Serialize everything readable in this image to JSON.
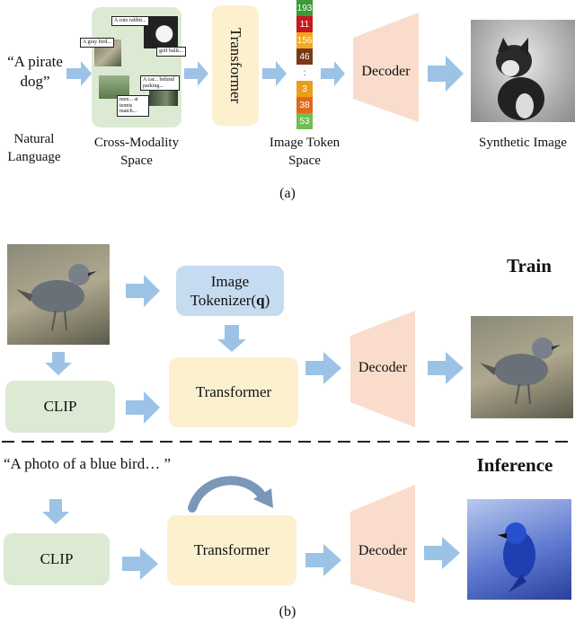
{
  "panel_a": {
    "prompt_text": "“A pirate dog”",
    "natural_language_label": "Natural Language",
    "cross_modality_label": "Cross-Modality Space",
    "transformer_label": "Transformer",
    "image_token_label": "Image Token Space",
    "decoder_label": "Decoder",
    "synthetic_label": "Synthetic Image",
    "caption": "(a)",
    "tokens": [
      {
        "value": "193",
        "color": "#3a9a3a"
      },
      {
        "value": "11",
        "color": "#c8171d"
      },
      {
        "value": "156",
        "color": "#f5a623"
      },
      {
        "value": "46",
        "color": "#7a3a1a"
      },
      {
        "value": ":",
        "color": "#ffffff"
      },
      {
        "value": "3",
        "color": "#e8a01c"
      },
      {
        "value": "38",
        "color": "#e06a1a"
      },
      {
        "value": "53",
        "color": "#6fbf4f"
      }
    ],
    "notes": {
      "cute": "A cute rabbit...",
      "gray": "A gray bird...",
      "golf": "golf balls...",
      "car": "A car... behind parking...",
      "tennis": "men... at tennis match..."
    }
  },
  "panel_b": {
    "train_label": "Train",
    "inference_label": "Inference",
    "tokenizer_label_line1": "Image",
    "tokenizer_label_line2": "Tokenizer",
    "tokenizer_symbol": "q",
    "clip_train_label": "CLIP",
    "transformer_train_label": "Transformer",
    "decoder_train_label": "Decoder",
    "inference_prompt": "“A photo of a blue bird… ”",
    "clip_inf_label": "CLIP",
    "transformer_inf_label": "Transformer",
    "decoder_inf_label": "Decoder",
    "caption": "(b)"
  },
  "colors": {
    "arrow": "#9cc3e6",
    "green": "#dcead4",
    "yellow": "#fdf0cf",
    "blue": "#c5dbef",
    "decoder": "#f9dccb"
  }
}
